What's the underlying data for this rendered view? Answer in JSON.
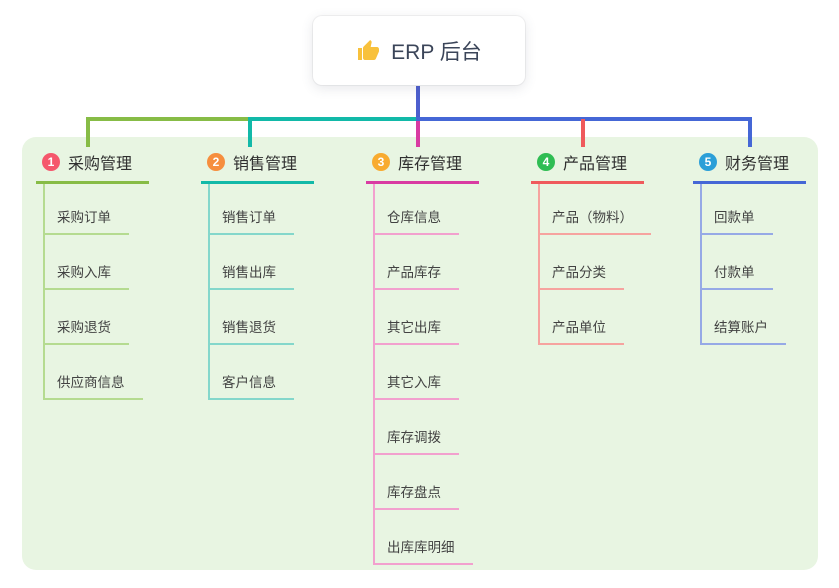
{
  "root": {
    "label": "ERP 后台",
    "icon": "thumbs-up-icon",
    "icon_color": "#f8c13c"
  },
  "canvas": {
    "background": "#ffffff",
    "panel_background": "#e8f5e2"
  },
  "root_connector_color": "#4d5fce",
  "branches": [
    {
      "index": "1",
      "label": "采购管理",
      "badge_color": "#f5576c",
      "line_color": "#87bc46",
      "child_line_color": "#b5db90",
      "children": [
        "采购订单",
        "采购入库",
        "采购退货",
        "供应商信息"
      ]
    },
    {
      "index": "2",
      "label": "销售管理",
      "badge_color": "#f68e3e",
      "line_color": "#12b9a8",
      "child_line_color": "#84d7cb",
      "children": [
        "销售订单",
        "销售出库",
        "销售退货",
        "客户信息"
      ]
    },
    {
      "index": "3",
      "label": "库存管理",
      "badge_color": "#f8ab30",
      "line_color": "#d93ba2",
      "child_line_color": "#f2a0ce",
      "children": [
        "仓库信息",
        "产品库存",
        "其它出库",
        "其它入库",
        "库存调拨",
        "库存盘点",
        "出库库明细"
      ]
    },
    {
      "index": "4",
      "label": "产品管理",
      "badge_color": "#2fbd53",
      "line_color": "#ef5a5c",
      "child_line_color": "#f6a39f",
      "children": [
        "产品（物料）",
        "产品分类",
        "产品单位"
      ]
    },
    {
      "index": "5",
      "label": "财务管理",
      "badge_color": "#2b9fd8",
      "line_color": "#4567d6",
      "child_line_color": "#96a9e6",
      "children": [
        "回款单",
        "付款单",
        "结算账户"
      ]
    }
  ]
}
